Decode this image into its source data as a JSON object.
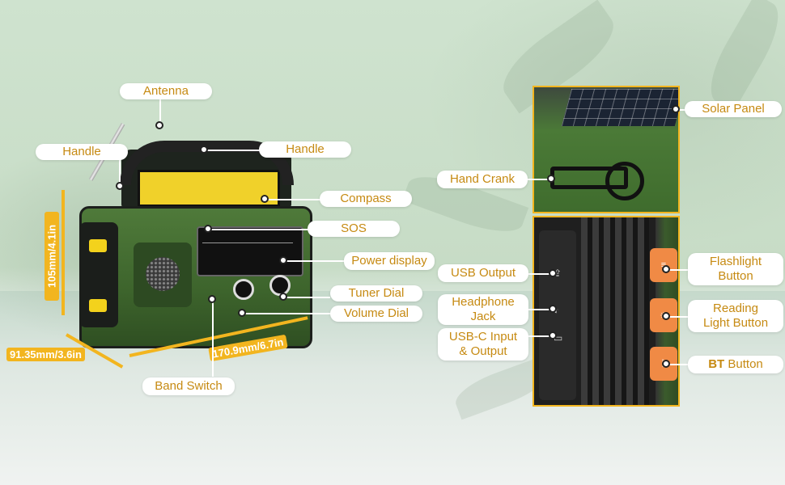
{
  "labels": {
    "antenna": "Antenna",
    "handle_left": "Handle",
    "handle_right": "Handle",
    "compass": "Compass",
    "sos": "SOS",
    "power_display": "Power display",
    "tuner_dial": "Tuner Dial",
    "volume_dial": "Volume Dial",
    "band_switch": "Band Switch",
    "solar_panel": "Solar Panel",
    "hand_crank": "Hand Crank",
    "usb_output": "USB Output",
    "headphone_jack_line1": "Headphone",
    "headphone_jack_line2": "Jack",
    "usbc_line1": "USB-C Input",
    "usbc_line2": "& Output",
    "flashlight_line1": "Flashlight",
    "flashlight_line2": "Button",
    "reading_line1": "Reading",
    "reading_line2": "Light Button",
    "bt_bold": "BT",
    "bt_rest": " Button"
  },
  "dimensions": {
    "height": "105mm/4.1in",
    "depth": "91.35mm/3.6in",
    "width": "170.9mm/6.7in"
  },
  "icons": {
    "usb": "usb-icon",
    "headphone": "headphone-icon",
    "usbc": "usb-c-icon",
    "flashlight": "flashlight-icon",
    "reading": "reading-light-icon",
    "bluetooth": "bluetooth-icon"
  },
  "colors": {
    "label_text": "#c68a12",
    "dimension_bg": "#f2b51f",
    "button_orange": "#f08a45",
    "radio_green": "#4f7a3a"
  }
}
